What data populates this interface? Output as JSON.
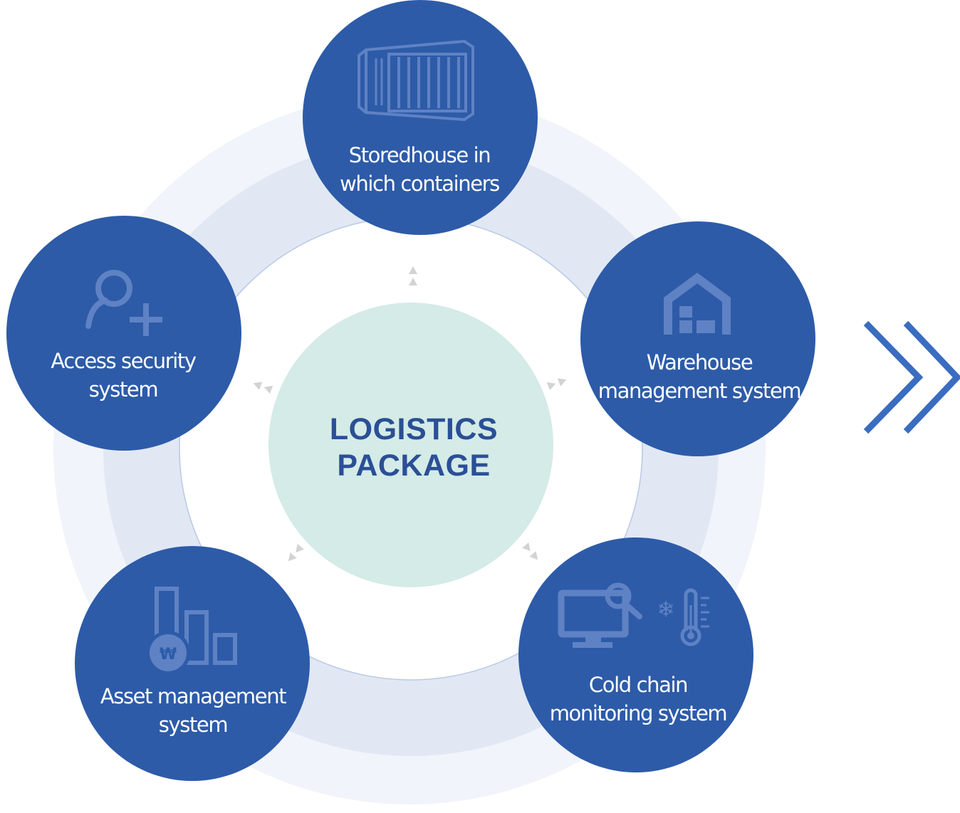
{
  "center": {
    "line1": "LOGISTICS",
    "line2": "PACKAGE"
  },
  "nodes": [
    {
      "id": "storehouse",
      "line1": "Storedhouse in",
      "line2": "which containers",
      "icon": "shipping-container-icon"
    },
    {
      "id": "warehouse",
      "line1": "Warehouse",
      "line2": "management system",
      "icon": "warehouse-icon"
    },
    {
      "id": "cold-chain",
      "line1": "Cold chain",
      "line2": "monitoring system",
      "icon": "monitor-search-thermometer-icon"
    },
    {
      "id": "asset",
      "line1": "Asset management",
      "line2": "system",
      "icon": "won-bar-chart-icon"
    },
    {
      "id": "access",
      "line1": "Access security",
      "line2": "system",
      "icon": "add-user-icon"
    }
  ],
  "next_icon": "double-chevron-right-icon",
  "colors": {
    "node_fill": "#2d5ba8",
    "icon_color": "#5f82c4",
    "center_fill": "#d4ebe7",
    "center_text": "#2b4f96",
    "ring_outer": "#f1f4fa",
    "ring_mid": "#e1e8f4",
    "chevron": "#3a6cc0",
    "arrow_marker": "#d3d3d3"
  }
}
